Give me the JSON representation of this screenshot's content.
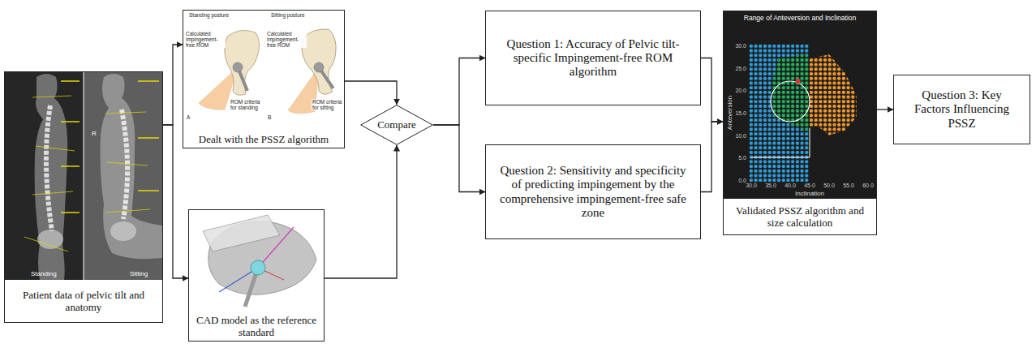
{
  "diagram": {
    "nodes": [
      {
        "text": [
          "Patient data of pelvic tilt and anatomy"
        ]
      },
      {
        "text": [
          "Dealt with the PSSZ algorithm"
        ]
      },
      {
        "text": [
          "CAD model as the reference standard"
        ]
      },
      {
        "text": [
          "Compare"
        ]
      },
      {
        "text": [
          "Question 1: Accuracy of Pelvic tilt-specific Impingement-free ROM algorithm"
        ]
      },
      {
        "text": [
          "Question 2: Sensitivity and specificity of predicting impingement by the comprehensive impingement-free safe zone"
        ]
      },
      {
        "text": [
          "Validated PSSZ algorithm and size calculation"
        ]
      },
      {
        "text": [
          "Question 3: Key Factors Influencing PSSZ"
        ]
      }
    ],
    "edges": [
      {
        "from": 0,
        "to": 1,
        "arrow": "to"
      },
      {
        "from": 0,
        "to": 2,
        "arrow": "to"
      },
      {
        "from": 1,
        "to": 3,
        "arrow": "to"
      },
      {
        "from": 2,
        "to": 3,
        "arrow": "to"
      },
      {
        "from": 3,
        "to": 4,
        "arrow": "to"
      },
      {
        "from": 3,
        "to": 5,
        "arrow": "to"
      },
      {
        "from": 4,
        "to": 6,
        "arrow": "to"
      },
      {
        "from": 5,
        "to": 6,
        "arrow": "to"
      },
      {
        "from": 6,
        "to": 7,
        "arrow": "to"
      }
    ],
    "labels": [
      "Standing",
      "Sitting",
      "R",
      "Standing posture",
      "Calculated impingement-free ROM",
      "ROM criteria for standing",
      "A",
      "Sitting posture",
      "Calculated impingement-free ROM",
      "ROM criteria for sitting",
      "B",
      "Range of Anteversion and Inclination",
      "Anteversion",
      "30.0",
      "25.0",
      "20.0",
      "15.0",
      "10.0",
      "5.0",
      "0.0",
      "Inclination",
      "30.0",
      "35.0",
      "40.0",
      "45.0",
      "50.0",
      "55.0",
      "60.0"
    ]
  }
}
